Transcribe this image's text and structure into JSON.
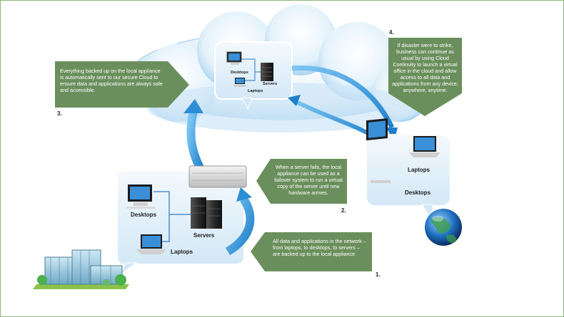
{
  "callouts": {
    "c1": {
      "number": "1.",
      "text": "All data and applications in the network – from laptops, to desktops, to servers – are backed up to the local appliance"
    },
    "c2": {
      "number": "2.",
      "text": "When a server fails, the local appliance can be used as a failover system to run a virtual copy of the server until new hardware arrives."
    },
    "c3": {
      "number": "3.",
      "text": "Everything backed up on the local appliance is automatically sent to our secure Cloud to ensure data and applications are always safe and accessible."
    },
    "c4": {
      "number": "4.",
      "text": "If disaster were to strike, business can continue as usual by using Cloud Continuity to launch a virtual office in the cloud and allow access to all data and applications from any device, anywhere, anytime."
    }
  },
  "labels": {
    "local_desktops": "Desktops",
    "local_servers": "Servers",
    "local_laptops": "Laptops",
    "cloud_desktops": "Desktops",
    "cloud_servers": "Servers",
    "cloud_laptops": "Laptops",
    "remote_laptops": "Laptops",
    "remote_desktops": "Desktops"
  },
  "colors": {
    "callout_fill": "#6b8f5c",
    "frame_border": "#8fb87a",
    "arrow_blue": "#2c8fd6",
    "cloud_blue": "#bfe0f5"
  }
}
